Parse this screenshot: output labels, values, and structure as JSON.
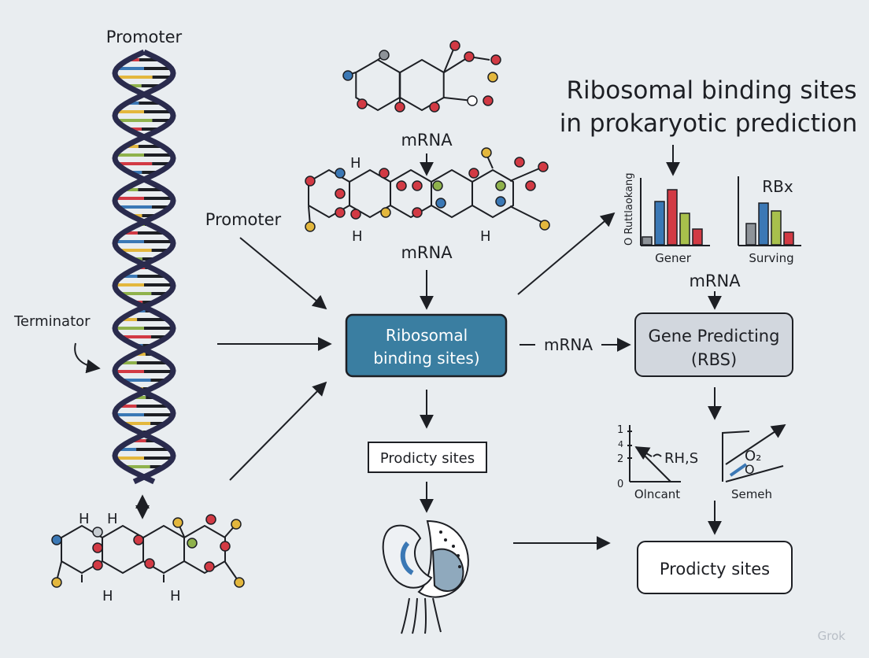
{
  "title": {
    "line1": "Ribosomal binding sites",
    "line2": "in prokaryotic prediction"
  },
  "labels": {
    "promoter_top": "Promoter",
    "promoter_mid": "Promoter",
    "terminator": "Terminator",
    "mrna_top": "mRNA",
    "mrna_mid": "mRNA",
    "mrna_right": "mRNA",
    "mrna_between": "mRNA",
    "h": "H"
  },
  "nodes": {
    "rbs": {
      "line1": "Ribosomal",
      "line2": "binding sites)"
    },
    "gene_predicting": {
      "line1": "Gene Predicting",
      "line2": "(RBS)"
    },
    "prodicty_small": "Prodicty sites",
    "prodicty_large": "Prodicty sites"
  },
  "mini_charts": [
    {
      "type": "bar",
      "ylabel": "O Ruttlaokang",
      "xlabel": "Gener",
      "values": [
        1.0,
        5.5,
        7.0,
        4.0,
        2.0
      ],
      "colors": [
        "#8e9399",
        "#3b78b5",
        "#d23a44",
        "#a8c04c",
        "#d23a44"
      ]
    },
    {
      "type": "bar",
      "title": "RBx",
      "xlabel": "Surving",
      "values": [
        2.7,
        5.3,
        4.3,
        1.6
      ],
      "colors": [
        "#8e9399",
        "#3b78b5",
        "#a8c04c",
        "#d23a44"
      ]
    }
  ],
  "line_charts": [
    {
      "yticks": [
        "1",
        "4",
        "2",
        "0"
      ],
      "annotation": "RH,S",
      "xlabel": "Olncant"
    },
    {
      "annotation": "O₂",
      "annotation2": "O",
      "xlabel": "Semeh"
    }
  ],
  "watermark": "Grok",
  "colors": {
    "helix_strand": "#2a2b4d",
    "rbs_fill": "#3a7ea1",
    "gene_fill": "#d2d7de",
    "red": "#d23a44",
    "blue": "#3b78b5",
    "yellow": "#e3b73d",
    "green": "#8fb24c"
  }
}
